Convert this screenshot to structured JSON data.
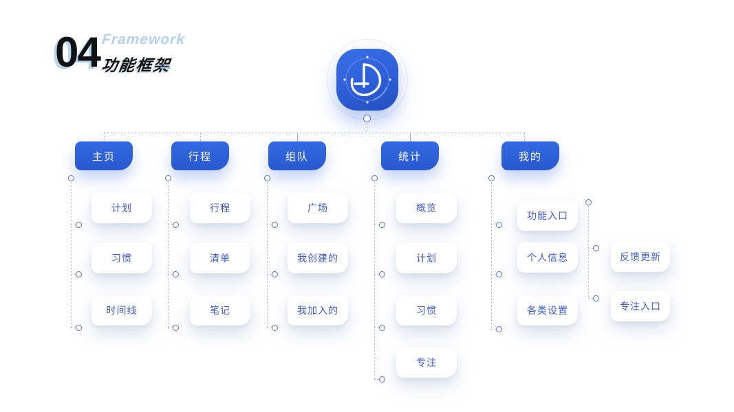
{
  "slide": {
    "section_number": "04",
    "section_title_en": "Framework",
    "section_title_zh": "功能框架"
  },
  "app_icon": {
    "name": "clock-logo"
  },
  "tree": {
    "branches": [
      {
        "label": "主页",
        "children": [
          "计划",
          "习惯",
          "时间线"
        ]
      },
      {
        "label": "行程",
        "children": [
          "行程",
          "清单",
          "笔记"
        ]
      },
      {
        "label": "组队",
        "children": [
          "广场",
          "我创建的",
          "我加入的"
        ]
      },
      {
        "label": "统计",
        "children": [
          "概览",
          "计划",
          "习惯",
          "专注"
        ]
      },
      {
        "label": "我的",
        "children": [
          "功能入口",
          "个人信息",
          "各类设置"
        ],
        "sub_children": [
          "反馈更新",
          "专注入口"
        ]
      }
    ]
  },
  "colors": {
    "primary_blue": "#2e62d9",
    "node_text_blue": "#3e5cc9",
    "accent_light_blue": "#b3d2ee",
    "connector_gray": "#a9b6cc"
  }
}
